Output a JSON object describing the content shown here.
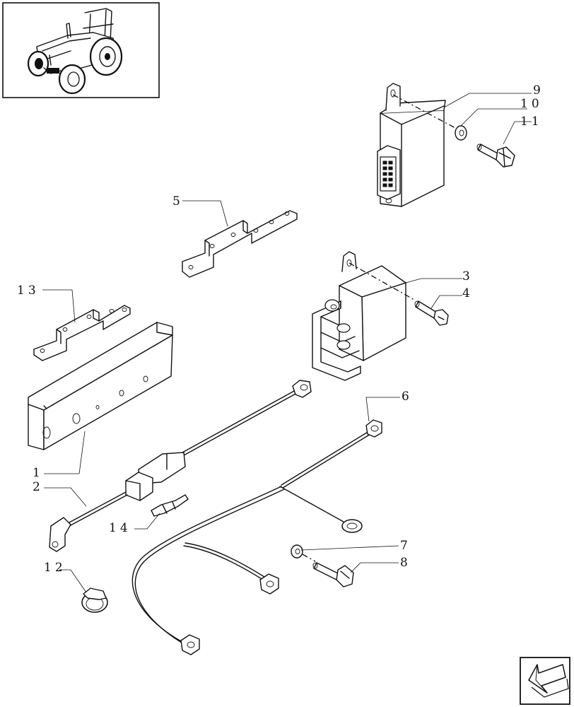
{
  "callouts": [
    {
      "id": "1",
      "text": "1"
    },
    {
      "id": "2",
      "text": "2"
    },
    {
      "id": "3",
      "text": "3"
    },
    {
      "id": "4",
      "text": "4"
    },
    {
      "id": "5",
      "text": "5"
    },
    {
      "id": "6",
      "text": "6"
    },
    {
      "id": "7",
      "text": "7"
    },
    {
      "id": "8",
      "text": "8"
    },
    {
      "id": "9",
      "text": "9"
    },
    {
      "id": "10",
      "text": "10"
    },
    {
      "id": "11",
      "text": "11"
    },
    {
      "id": "12",
      "text": "12"
    },
    {
      "id": "13",
      "text": "13"
    },
    {
      "id": "14",
      "text": "14"
    }
  ],
  "icons": {
    "thumbnail": "tractor-thumbnail-icon",
    "nav": "next-page-arrow-icon"
  }
}
